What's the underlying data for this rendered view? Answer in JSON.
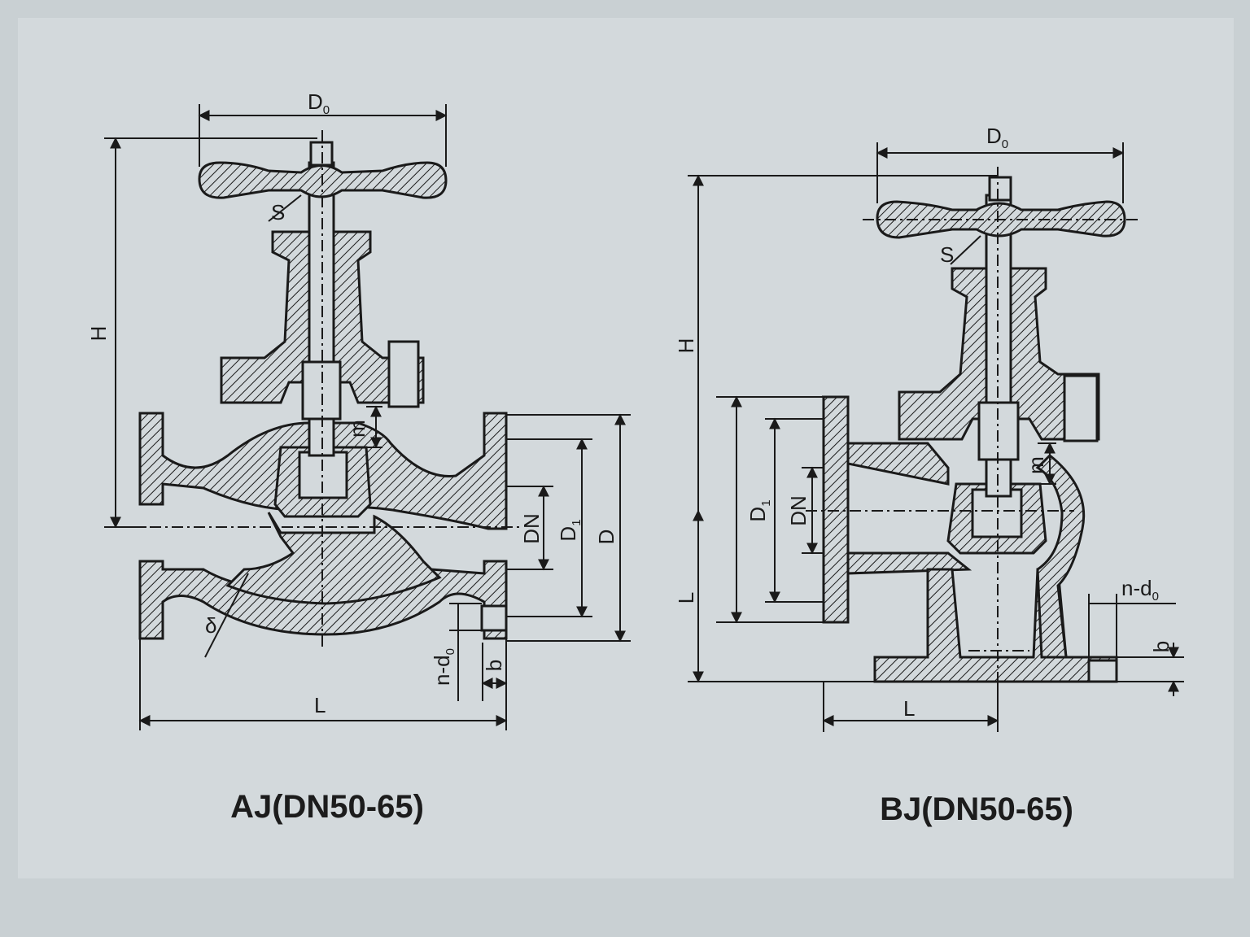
{
  "colors": {
    "paper": "#d3d9dc",
    "background": "#c9d0d3",
    "ink": "#1a1a1a"
  },
  "valve_aj": {
    "caption": "AJ(DN50-65)",
    "labels": {
      "D0": "D",
      "D0_sub": "0",
      "H": "H",
      "S": "S",
      "m": "m",
      "DN": "DN",
      "D1": "D",
      "D1_sub": "1",
      "D": "D",
      "delta": "δ",
      "nd0": "n-d",
      "nd0_sub": "0",
      "b": "b",
      "L": "L"
    }
  },
  "valve_bj": {
    "caption": "BJ(DN50-65)",
    "labels": {
      "D0": "D",
      "D0_sub": "0",
      "H": "H",
      "S": "S",
      "m": "m",
      "D1": "D",
      "D1_sub": "1",
      "DN": "DN",
      "L_vert": "L",
      "nd0": "n-d",
      "nd0_sub": "0",
      "b": "b",
      "L": "L"
    }
  }
}
